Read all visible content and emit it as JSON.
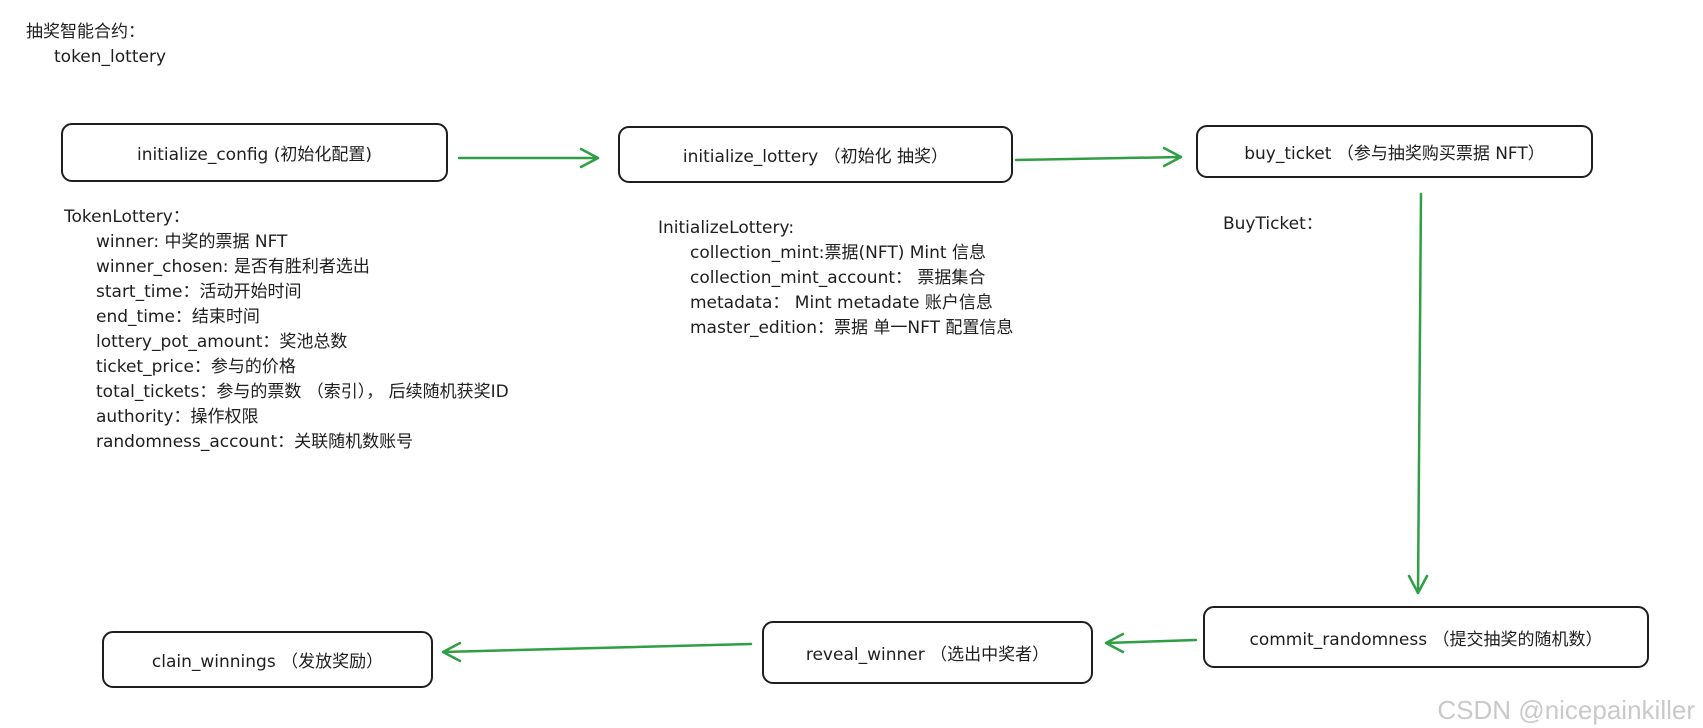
{
  "heading": {
    "line1": "抽奖智能合约：",
    "line2": "token_lottery"
  },
  "nodes": {
    "initialize_config": "initialize_config (初始化配置)",
    "initialize_lottery": "initialize_lottery （初始化 抽奖）",
    "buy_ticket": "buy_ticket （参与抽奖购买票据 NFT）",
    "commit_randomness": "commit_randomness （提交抽奖的随机数）",
    "reveal_winner": "reveal_winner （选出中奖者）",
    "clain_winnings": "clain_winnings （发放奖励）"
  },
  "token_lottery_note": {
    "title": "TokenLottery：",
    "fields": [
      "winner: 中奖的票据 NFT",
      "winner_chosen: 是否有胜利者选出",
      "start_time：活动开始时间",
      "end_time：结束时间",
      "lottery_pot_amount：奖池总数",
      "ticket_price：参与的价格",
      "total_tickets：参与的票数 （索引）， 后续随机获奖ID",
      "authority：操作权限",
      "randomness_account：关联随机数账号"
    ]
  },
  "initialize_lottery_note": {
    "title": "InitializeLottery:",
    "fields": [
      "collection_mint:票据(NFT) Mint 信息",
      "collection_mint_account： 票据集合",
      "metadata： Mint metadate 账户信息",
      "master_edition：票据 单一NFT 配置信息"
    ]
  },
  "buy_ticket_note": {
    "title": "BuyTicket："
  },
  "watermark": "CSDN @nicepainkiller",
  "colors": {
    "arrow": "#2f9e44",
    "stroke": "#1e1e1e",
    "watermark": "#c9c9c9"
  }
}
